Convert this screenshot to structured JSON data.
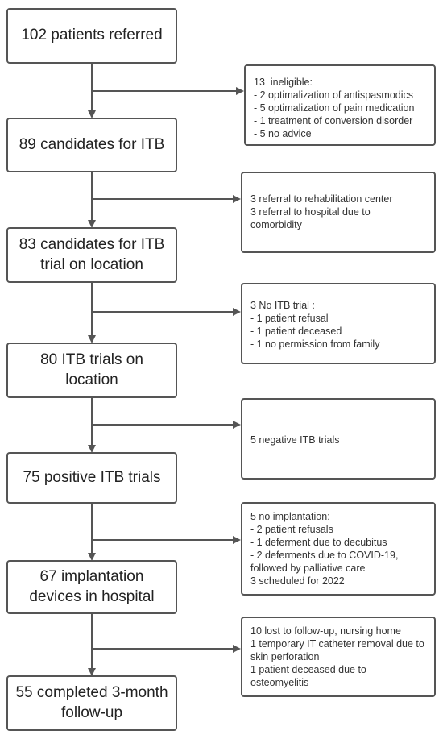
{
  "steps": [
    {
      "label": "102 patients referred"
    },
    {
      "label": "89 candidates for ITB"
    },
    {
      "label": "83 candidates for ITB\ntrial on location"
    },
    {
      "label": "80 ITB trials on\nlocation"
    },
    {
      "label": "75 positive ITB trials"
    },
    {
      "label": "67 implantation\ndevices in hospital"
    },
    {
      "label": "55 completed 3-month\nfollow-up"
    }
  ],
  "exclusions": [
    {
      "lines": [
        "13  ineligible:",
        "- 2 optimalization of antispasmodics",
        "- 5 optimalization of pain medication",
        "- 1 treatment of conversion disorder",
        "- 5 no advice"
      ]
    },
    {
      "lines": [
        "3 referral to rehabilitation center",
        "3 referral to hospital due to comorbidity"
      ]
    },
    {
      "lines": [
        "3 No ITB trial :",
        "- 1 patient refusal",
        "- 1 patient deceased",
        "- 1 no permission from family"
      ]
    },
    {
      "lines": [
        "5 negative ITB trials"
      ]
    },
    {
      "lines": [
        "5 no implantation:",
        "- 2 patient refusals",
        "- 1 deferment due to decubitus",
        "- 2 deferments due to COVID-19,",
        "followed by palliative care",
        "3 scheduled for 2022"
      ]
    },
    {
      "lines": [
        "10 lost to follow-up, nursing home",
        "1 temporary IT catheter removal due to skin perforation",
        "1 patient deceased due to osteomyelitis"
      ]
    }
  ]
}
